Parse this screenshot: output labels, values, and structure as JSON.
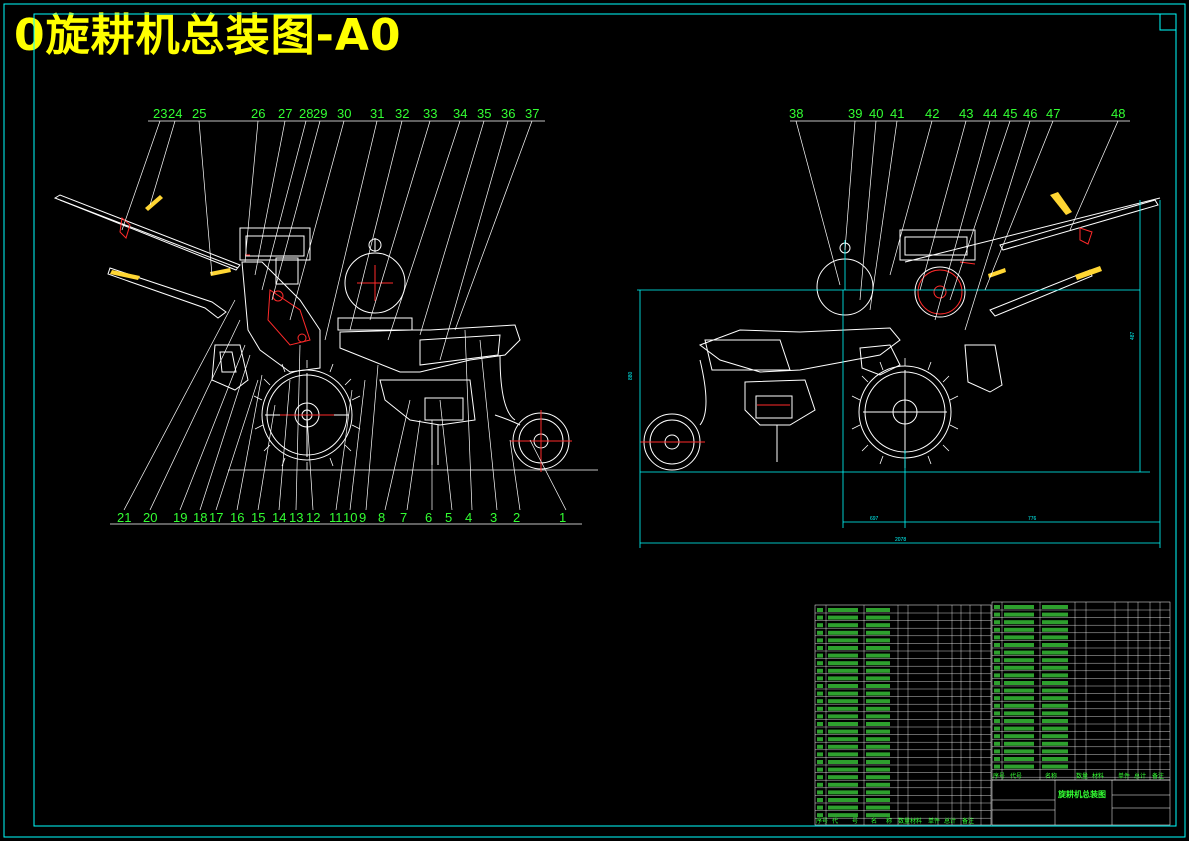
{
  "drawing": {
    "title": "0旋耕机总装图-A0",
    "title_color": "#ffff00",
    "frame_color": "#00ffff",
    "line_color": "#ffffff",
    "leader_color": "#ffffff",
    "callout_color": "#33ff33",
    "dimension_color": "#00ffff",
    "highlight_color": "#ff2a2a",
    "handle_color": "#ffd633"
  },
  "left_view": {
    "top_callouts": [
      "23",
      "24",
      "25",
      "26",
      "27",
      "28",
      "29",
      "30",
      "31",
      "32",
      "33",
      "34",
      "35",
      "36",
      "37"
    ],
    "bottom_callouts": [
      "21",
      "20",
      "19",
      "18",
      "17",
      "16",
      "15",
      "14",
      "13",
      "12",
      "11",
      "10",
      "9",
      "8",
      "7",
      "6",
      "5",
      "4",
      "3",
      "2",
      "1"
    ]
  },
  "right_view": {
    "top_callouts": [
      "38",
      "39",
      "40",
      "41",
      "42",
      "43",
      "44",
      "45",
      "46",
      "47",
      "48"
    ],
    "dimensions": {
      "height_left": "880",
      "height_right": "487",
      "width_sub_left": "697",
      "width_sub_right": "776",
      "width_total": "2078"
    }
  },
  "title_block": {
    "drawing_name": "旋耕机总装图",
    "header_row": [
      "序号",
      "代号",
      "名称",
      "数量",
      "材料",
      "单件",
      "总计",
      "备注"
    ],
    "bottom_row": [
      "序号",
      "代",
      "号",
      "名",
      "称",
      "数量",
      "材料",
      "单件",
      "总计",
      "备注"
    ]
  }
}
